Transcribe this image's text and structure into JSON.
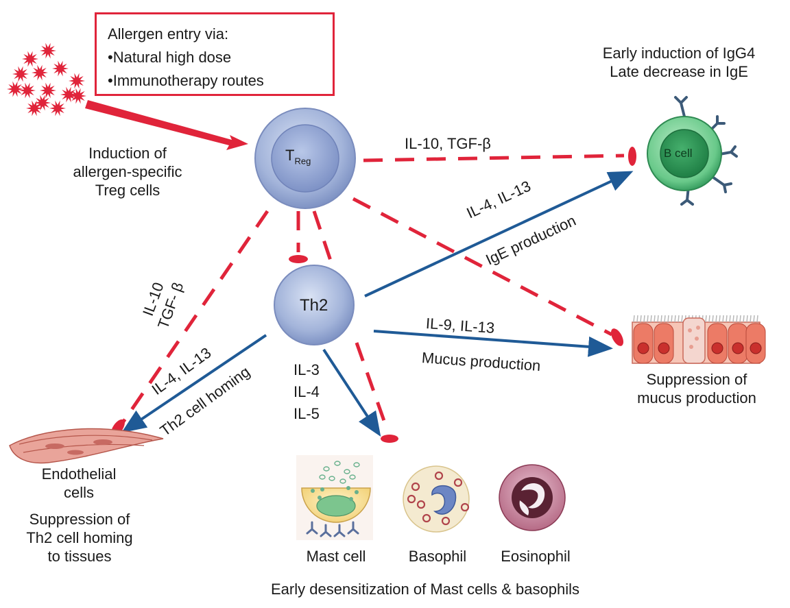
{
  "entry_box": {
    "heading": "Allergen entry via:",
    "items": [
      "•Natural high dose",
      "•Immunotherapy routes"
    ]
  },
  "treg_induction": [
    "Induction of",
    "allergen-specific",
    "Treg cells"
  ],
  "treg_cell": {
    "main": "T",
    "sub": "Reg"
  },
  "th2_cell": "Th2",
  "b_cell": {
    "label": "B cell",
    "caption": [
      "Early induction of IgG4",
      "Late decrease in IgE"
    ]
  },
  "pathways": {
    "treg_to_bcell": "IL-10, TGF-β",
    "th2_to_bcell": [
      "IL-4, IL-13",
      "IgE production"
    ],
    "th2_to_mucus": [
      "IL-9, IL-13",
      "Mucus production"
    ],
    "treg_to_endo": [
      "IL-10",
      "TGF- β"
    ],
    "th2_to_endo": [
      "IL-4, IL-13",
      "Th2 cell homing"
    ],
    "th2_to_mast": [
      "IL-3",
      "IL-4",
      "IL-5"
    ]
  },
  "mucus_caption": [
    "Suppression of",
    "mucus production"
  ],
  "endothelial": {
    "name": [
      "Endothelial",
      "cells"
    ],
    "caption": [
      "Suppression of",
      "Th2 cell homing",
      "to tissues"
    ]
  },
  "granulocytes": {
    "labels": [
      "Mast cell",
      "Basophil",
      "Eosinophil"
    ],
    "caption": "Early desensitization of Mast cells & basophils"
  },
  "colors": {
    "suppression": "#e0243a",
    "activation": "#1f5a96",
    "treg_fill": "#a9b9dc",
    "b_cell_fill": "#2fa35a",
    "epithelium": "#e86a55"
  }
}
